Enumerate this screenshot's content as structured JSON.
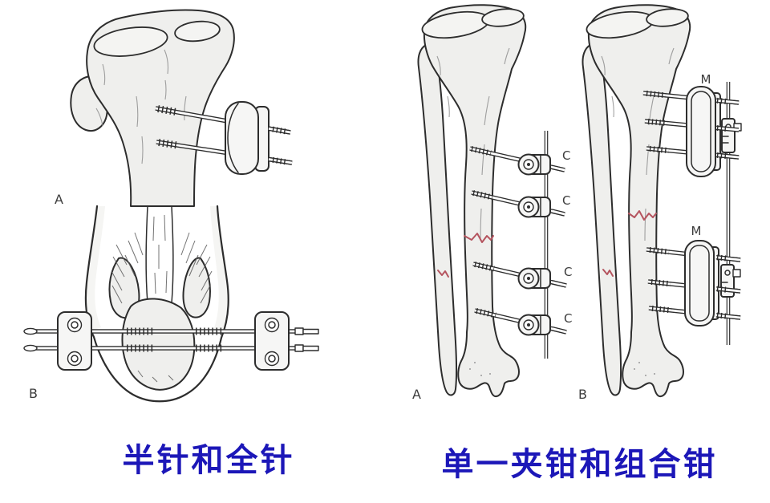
{
  "colors": {
    "background": "#ffffff",
    "outline": "#2d2d2d",
    "bone_fill": "#efefed",
    "bone_fill_light": "#f4f4f2",
    "metal_fill": "#f6f6f5",
    "hatch": "#8a8a8a",
    "fracture_red": "#b5545f",
    "caption_blue": "#1c17b8",
    "figure_label_color": "#3c3c3c"
  },
  "left_panel": {
    "caption": "半针和全针",
    "figure_a_label": "A",
    "figure_b_label": "B"
  },
  "right_panel": {
    "caption": "单一夹钳和组合钳",
    "figure_a_label": "A",
    "figure_b_label": "B",
    "single_clamp_labels": [
      "C",
      "C",
      "C",
      "C"
    ],
    "modular_clamp_labels": [
      "M",
      "M"
    ]
  }
}
